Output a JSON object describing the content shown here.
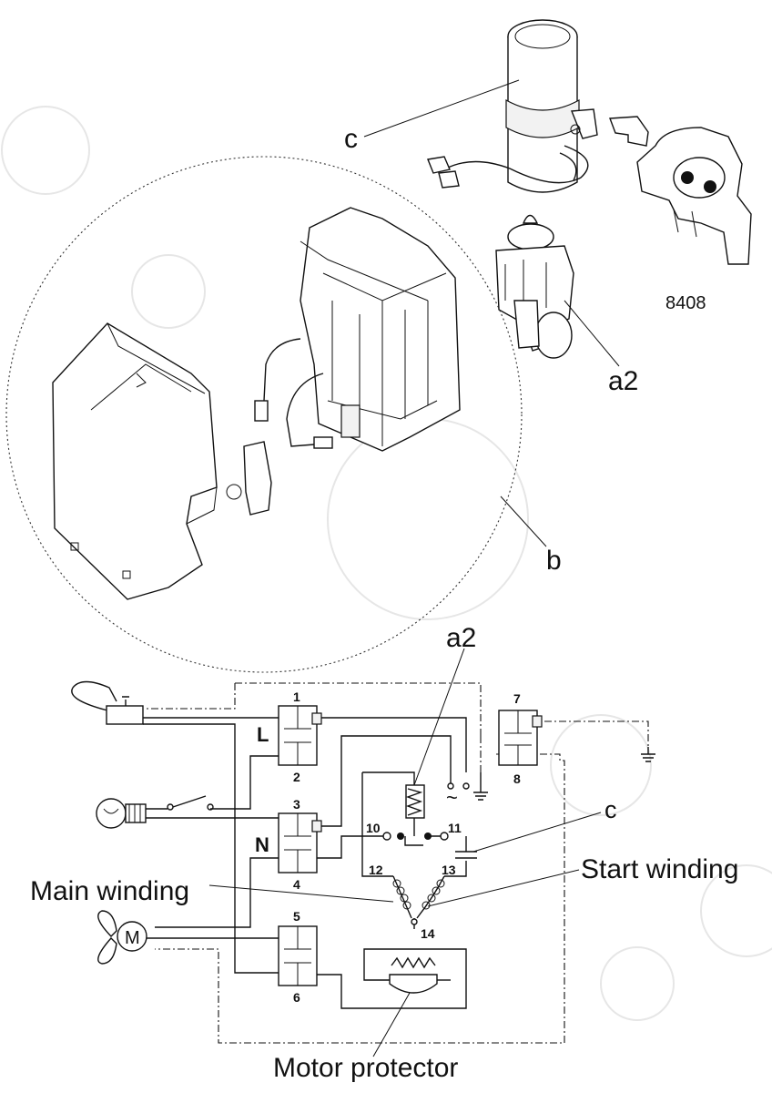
{
  "labels": {
    "c_top": "c",
    "a2_top": "a2",
    "ref_number": "8408",
    "b": "b",
    "a2_schematic": "a2",
    "c_schematic": "c",
    "start_winding": "Start winding",
    "main_winding": "Main winding",
    "motor_protector": "Motor protector",
    "L": "L",
    "N": "N",
    "motor_M": "M",
    "ac_symbol": "~"
  },
  "terminals": [
    "1",
    "2",
    "3",
    "4",
    "5",
    "6",
    "7",
    "8",
    "10",
    "11",
    "12",
    "13",
    "14"
  ]
}
